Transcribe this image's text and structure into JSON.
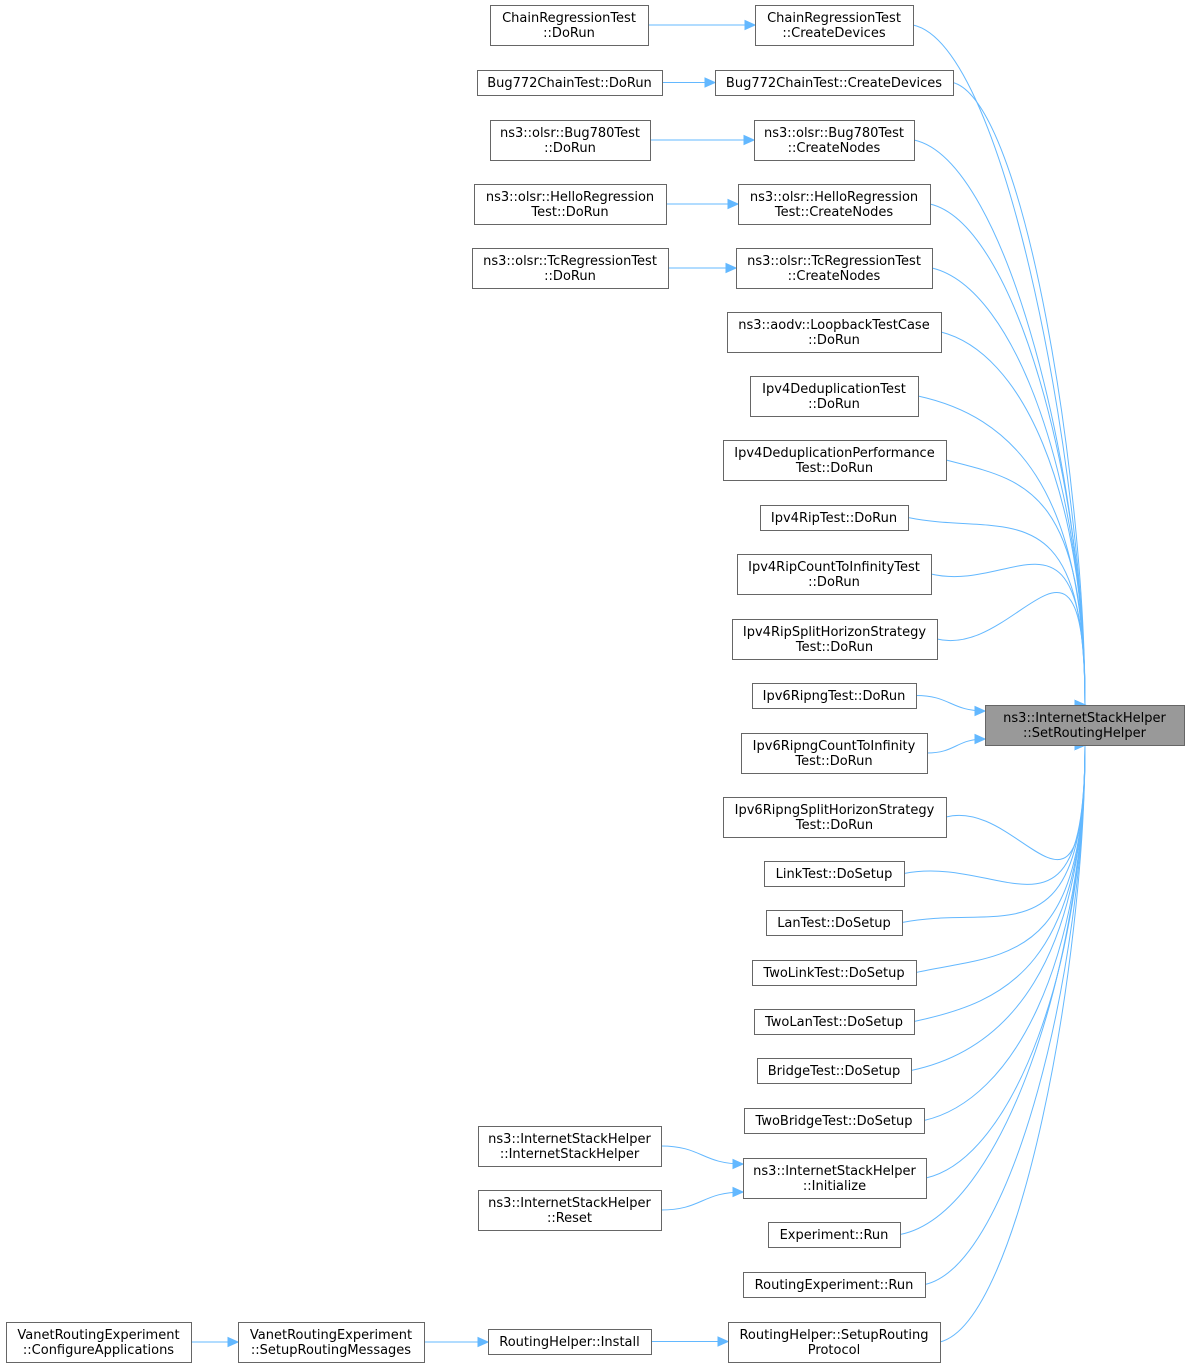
{
  "graph": {
    "target_node": "n0",
    "colors": {
      "edge": "#63b8ff",
      "node_fill": "#ffffff",
      "node_border": "#666666",
      "target_fill": "#999999"
    },
    "nodes": [
      {
        "id": "n0",
        "lines": [
          "ns3::InternetStackHelper",
          "::SetRoutingHelper"
        ]
      },
      {
        "id": "n1",
        "lines": [
          "ChainRegressionTest",
          "::CreateDevices"
        ]
      },
      {
        "id": "n2",
        "lines": [
          "ChainRegressionTest",
          "::DoRun"
        ]
      },
      {
        "id": "n3",
        "lines": [
          "Bug772ChainTest::CreateDevices"
        ]
      },
      {
        "id": "n4",
        "lines": [
          "Bug772ChainTest::DoRun"
        ]
      },
      {
        "id": "n5",
        "lines": [
          "ns3::olsr::Bug780Test",
          "::CreateNodes"
        ]
      },
      {
        "id": "n6",
        "lines": [
          "ns3::olsr::Bug780Test",
          "::DoRun"
        ]
      },
      {
        "id": "n7",
        "lines": [
          "ns3::olsr::HelloRegression",
          "Test::CreateNodes"
        ]
      },
      {
        "id": "n8",
        "lines": [
          "ns3::olsr::HelloRegression",
          "Test::DoRun"
        ]
      },
      {
        "id": "n9",
        "lines": [
          "ns3::olsr::TcRegressionTest",
          "::CreateNodes"
        ]
      },
      {
        "id": "n10",
        "lines": [
          "ns3::olsr::TcRegressionTest",
          "::DoRun"
        ]
      },
      {
        "id": "n11",
        "lines": [
          "ns3::aodv::LoopbackTestCase",
          "::DoRun"
        ]
      },
      {
        "id": "n12",
        "lines": [
          "Ipv4DeduplicationTest",
          "::DoRun"
        ]
      },
      {
        "id": "n13",
        "lines": [
          "Ipv4DeduplicationPerformance",
          "Test::DoRun"
        ]
      },
      {
        "id": "n14",
        "lines": [
          "Ipv4RipTest::DoRun"
        ]
      },
      {
        "id": "n15",
        "lines": [
          "Ipv4RipCountToInfinityTest",
          "::DoRun"
        ]
      },
      {
        "id": "n16",
        "lines": [
          "Ipv4RipSplitHorizonStrategy",
          "Test::DoRun"
        ]
      },
      {
        "id": "n17",
        "lines": [
          "Ipv6RipngTest::DoRun"
        ]
      },
      {
        "id": "n18",
        "lines": [
          "Ipv6RipngCountToInfinity",
          "Test::DoRun"
        ]
      },
      {
        "id": "n19",
        "lines": [
          "Ipv6RipngSplitHorizonStrategy",
          "Test::DoRun"
        ]
      },
      {
        "id": "n20",
        "lines": [
          "LinkTest::DoSetup"
        ]
      },
      {
        "id": "n21",
        "lines": [
          "LanTest::DoSetup"
        ]
      },
      {
        "id": "n22",
        "lines": [
          "TwoLinkTest::DoSetup"
        ]
      },
      {
        "id": "n23",
        "lines": [
          "TwoLanTest::DoSetup"
        ]
      },
      {
        "id": "n24",
        "lines": [
          "BridgeTest::DoSetup"
        ]
      },
      {
        "id": "n25",
        "lines": [
          "TwoBridgeTest::DoSetup"
        ]
      },
      {
        "id": "n26",
        "lines": [
          "ns3::InternetStackHelper",
          "::Initialize"
        ]
      },
      {
        "id": "n27",
        "lines": [
          "ns3::InternetStackHelper",
          "::InternetStackHelper"
        ]
      },
      {
        "id": "n28",
        "lines": [
          "ns3::InternetStackHelper",
          "::Reset"
        ]
      },
      {
        "id": "n29",
        "lines": [
          "Experiment::Run"
        ]
      },
      {
        "id": "n30",
        "lines": [
          "RoutingExperiment::Run"
        ]
      },
      {
        "id": "n31",
        "lines": [
          "RoutingHelper::SetupRouting",
          "Protocol"
        ]
      },
      {
        "id": "n32",
        "lines": [
          "RoutingHelper::Install"
        ]
      },
      {
        "id": "n33",
        "lines": [
          "VanetRoutingExperiment",
          "::SetupRoutingMessages"
        ]
      },
      {
        "id": "n34",
        "lines": [
          "VanetRoutingExperiment",
          "::ConfigureApplications"
        ]
      }
    ],
    "edges": [
      {
        "from": "n1",
        "to": "n0"
      },
      {
        "from": "n3",
        "to": "n0"
      },
      {
        "from": "n5",
        "to": "n0"
      },
      {
        "from": "n7",
        "to": "n0"
      },
      {
        "from": "n9",
        "to": "n0"
      },
      {
        "from": "n11",
        "to": "n0"
      },
      {
        "from": "n12",
        "to": "n0"
      },
      {
        "from": "n13",
        "to": "n0"
      },
      {
        "from": "n14",
        "to": "n0"
      },
      {
        "from": "n15",
        "to": "n0"
      },
      {
        "from": "n16",
        "to": "n0"
      },
      {
        "from": "n17",
        "to": "n0"
      },
      {
        "from": "n18",
        "to": "n0"
      },
      {
        "from": "n19",
        "to": "n0"
      },
      {
        "from": "n20",
        "to": "n0"
      },
      {
        "from": "n21",
        "to": "n0"
      },
      {
        "from": "n22",
        "to": "n0"
      },
      {
        "from": "n23",
        "to": "n0"
      },
      {
        "from": "n24",
        "to": "n0"
      },
      {
        "from": "n25",
        "to": "n0"
      },
      {
        "from": "n26",
        "to": "n0"
      },
      {
        "from": "n29",
        "to": "n0"
      },
      {
        "from": "n30",
        "to": "n0"
      },
      {
        "from": "n31",
        "to": "n0"
      },
      {
        "from": "n2",
        "to": "n1"
      },
      {
        "from": "n4",
        "to": "n3"
      },
      {
        "from": "n6",
        "to": "n5"
      },
      {
        "from": "n8",
        "to": "n7"
      },
      {
        "from": "n10",
        "to": "n9"
      },
      {
        "from": "n27",
        "to": "n26"
      },
      {
        "from": "n28",
        "to": "n26"
      },
      {
        "from": "n32",
        "to": "n31"
      },
      {
        "from": "n33",
        "to": "n32"
      },
      {
        "from": "n34",
        "to": "n33"
      }
    ]
  }
}
